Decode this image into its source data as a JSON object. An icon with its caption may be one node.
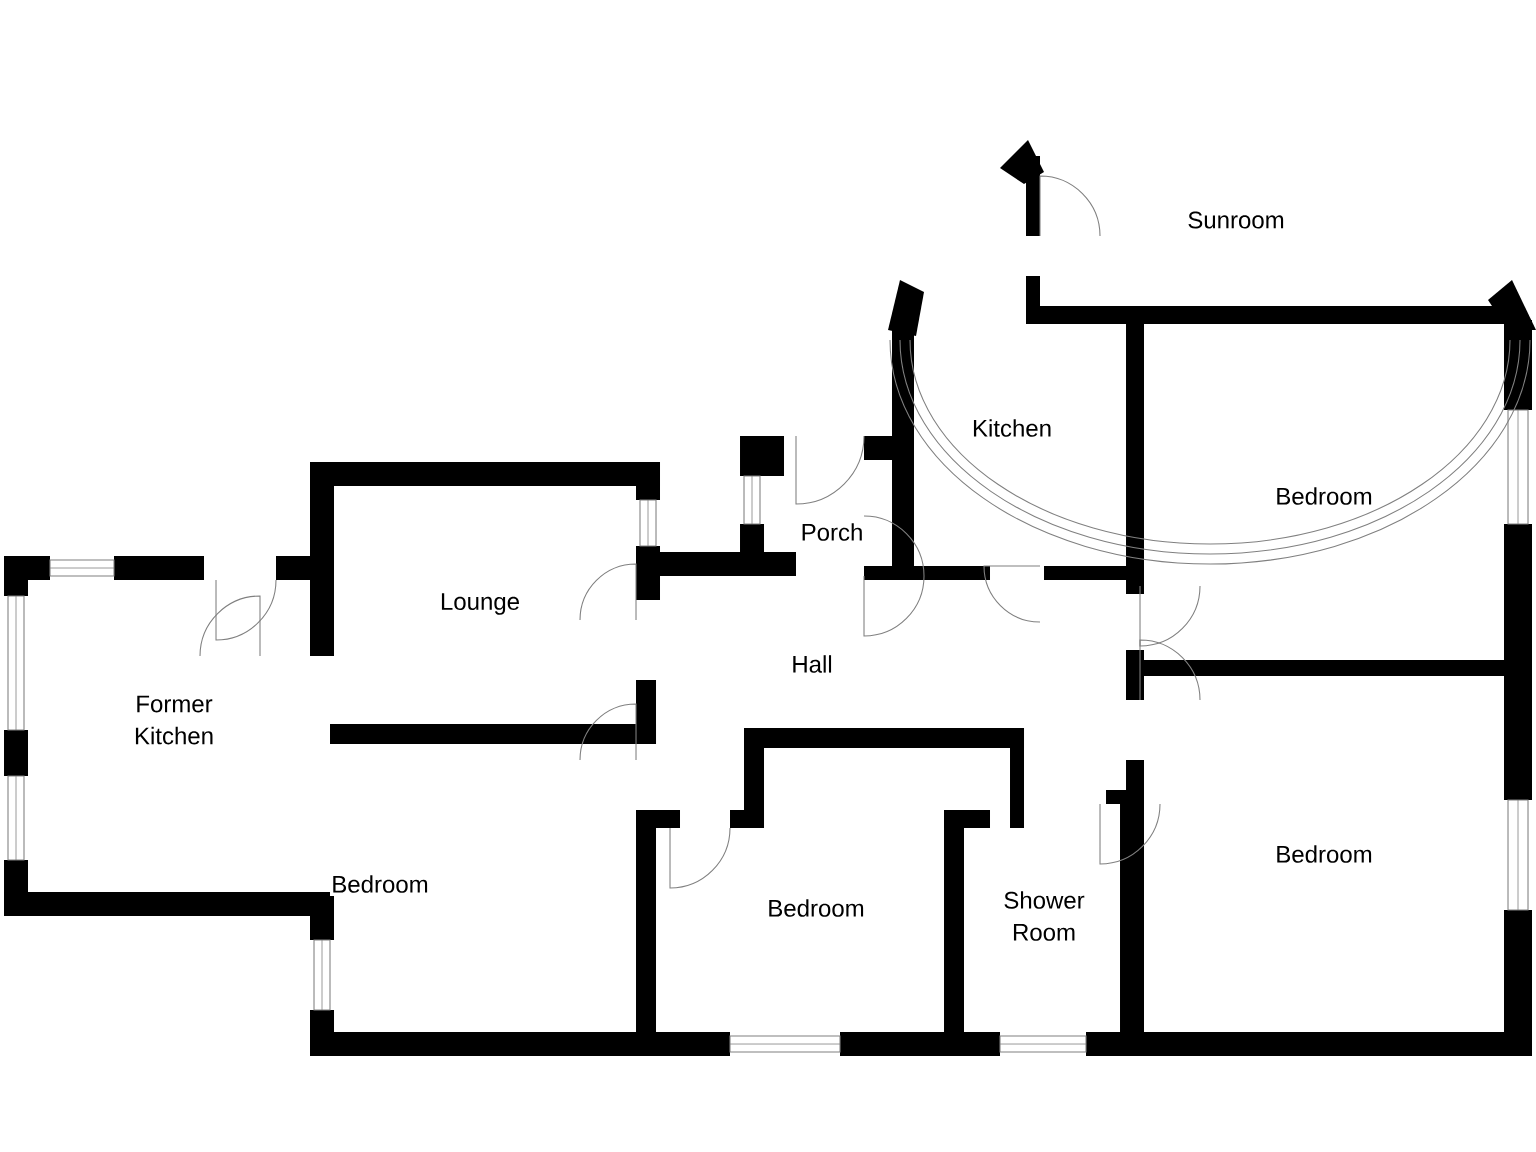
{
  "diagram": {
    "labels": [
      "Sunroom",
      "Kitchen",
      "Bedroom",
      "Porch",
      "Lounge",
      "Hall",
      "Former Kitchen",
      "Bedroom",
      "Bedroom",
      "Bedroom",
      "Shower Room"
    ]
  }
}
